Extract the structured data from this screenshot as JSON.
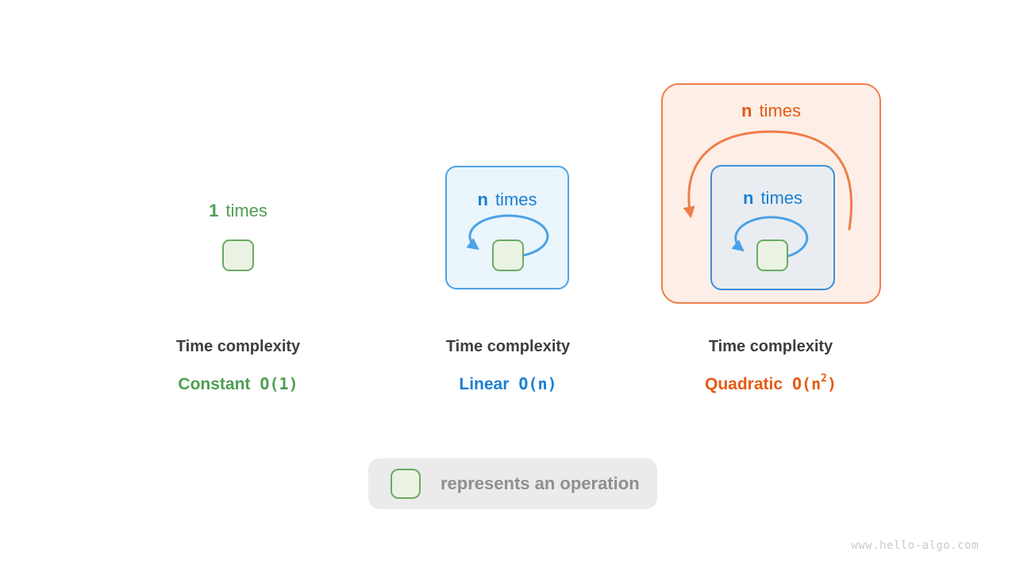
{
  "panels": {
    "constant": {
      "count": "1",
      "word": "times",
      "title": "Time complexity",
      "name": "Constant",
      "bigo": "O(1)"
    },
    "linear": {
      "count": "n",
      "word": "times",
      "title": "Time complexity",
      "name": "Linear",
      "bigo": "O(n)"
    },
    "quadratic": {
      "outer_count": "n",
      "outer_word": "times",
      "inner_count": "n",
      "inner_word": "times",
      "title": "Time complexity",
      "name": "Quadratic",
      "bigo_base": "O(n",
      "bigo_exp": "2",
      "bigo_close": ")"
    }
  },
  "legend": {
    "label": "represents an operation"
  },
  "watermark": "www.hello-algo.com",
  "colors": {
    "green_text": "#4E9E52",
    "green_box_border": "#6BAA64",
    "green_box_fill": "#EAF3E3",
    "blue_text": "#1B7FD4",
    "blue_stroke": "#4AA2E8",
    "blue_panel_fill": "#EAF5FC",
    "blue_inner_panel_fill": "#E9EDF1",
    "orange_text": "#E55A11",
    "orange_stroke": "#EF7E4A",
    "orange_panel_fill": "#FDEFE7",
    "caption_title_color": "#3E3E3E",
    "legend_bg": "#EBEBEB",
    "legend_text_color": "#8F8F8F",
    "watermark_color": "#C9CBCC"
  }
}
